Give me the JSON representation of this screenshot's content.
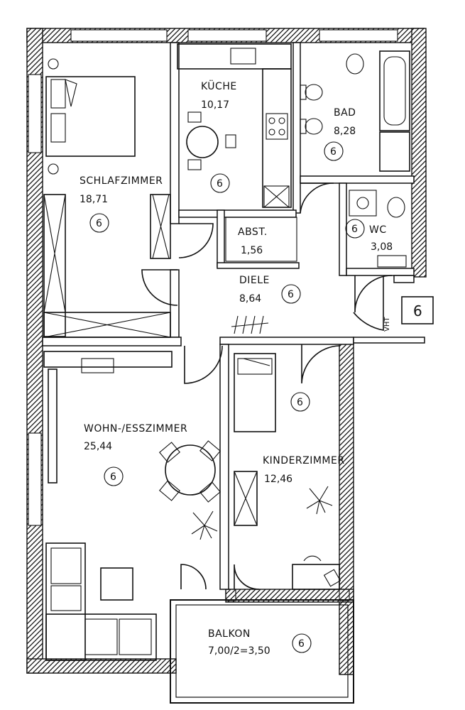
{
  "rooms": {
    "schlafzimmer": {
      "name": "SCHLAFZIMMER",
      "area": "18,71",
      "marker": "6"
    },
    "kueche": {
      "name": "KÜCHE",
      "area": "10,17",
      "marker": "6"
    },
    "bad": {
      "name": "BAD",
      "area": "8,28",
      "marker": "6"
    },
    "wc": {
      "name": "WC",
      "area": "3,08",
      "marker": "6"
    },
    "abst": {
      "name": "ABST.",
      "area": "1,56"
    },
    "diele": {
      "name": "DIELE",
      "area": "8,64",
      "marker": "6"
    },
    "wohn": {
      "name": "WOHN-/ESSZIMMER",
      "area": "25,44",
      "marker": "6"
    },
    "kinder": {
      "name": "KINDERZIMMER",
      "area": "12,46",
      "marker": "6"
    },
    "balkon": {
      "name": "BALKON",
      "area": "7,00/2=3,50",
      "marker": "6"
    }
  },
  "unit_marker": "6",
  "entrance_label": "VHT",
  "colors": {
    "lines": "#111111",
    "background": "#ffffff"
  }
}
